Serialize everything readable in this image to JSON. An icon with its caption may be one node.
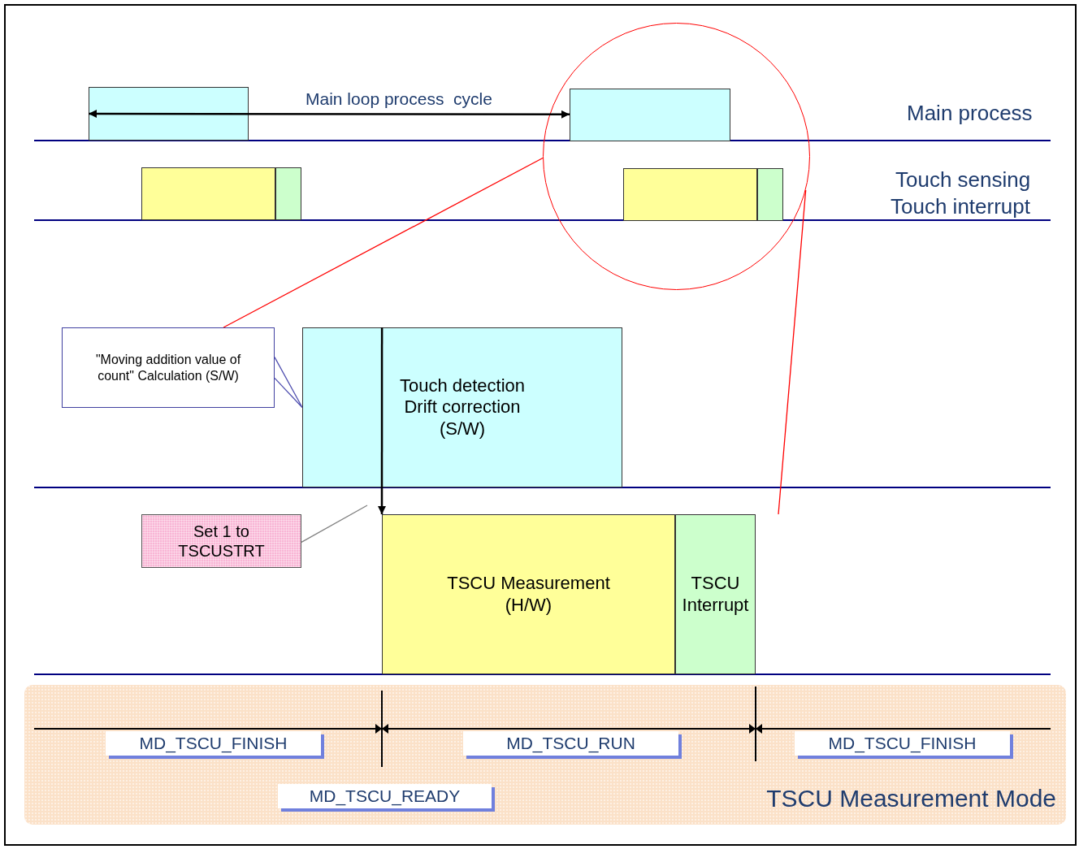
{
  "diagram": {
    "nodes": [
      {
        "text": [],
        "shape": "box"
      },
      {
        "text": [],
        "shape": "circle"
      },
      {
        "text": [],
        "shape": "box",
        "in": 1
      },
      {
        "text": [],
        "shape": "box"
      },
      {
        "text": [],
        "shape": "box"
      },
      {
        "text": [],
        "shape": "box",
        "in": 1
      },
      {
        "text": [],
        "shape": "box",
        "in": 1
      },
      {
        "text": [
          "\"Moving addition value of count\" Calculation (S/W)"
        ]
      },
      {
        "text": [
          "Touch detection Drift correction (S/W)"
        ]
      },
      {
        "text": [
          "Set 1 to TSCUSTRT"
        ]
      },
      {
        "text": [
          "TSCU Measurement (H/W)"
        ]
      },
      {
        "text": [
          "TSCU Interrupt"
        ]
      },
      {
        "text": [
          "TSCU Measurement Mode"
        ]
      },
      {
        "text": [
          "MD_TSCU_FINISH"
        ],
        "in": 12
      },
      {
        "text": [
          "MD_TSCU_RUN"
        ],
        "in": 12
      },
      {
        "text": [
          "MD_TSCU_FINISH"
        ],
        "in": 12
      },
      {
        "text": [
          "MD_TSCU_READY"
        ],
        "in": 12
      }
    ],
    "edges": [
      {
        "from": 0,
        "to": 2,
        "arrow": "both",
        "label": "Main loop process  cycle"
      },
      {
        "from": 1,
        "to": 7,
        "arrow": "none",
        "color": "#ff0000"
      },
      {
        "from": 1,
        "to": null,
        "arrow": "none",
        "color": "#ff0000"
      },
      {
        "from": 7,
        "to": 8,
        "arrow": "none",
        "color": "#5050b0"
      },
      {
        "from": 9,
        "to": null,
        "arrow": "none",
        "color": "#808080"
      },
      {
        "from": 8,
        "to": 10,
        "arrow": "to"
      }
    ],
    "labels": [
      "Main process",
      "Touch sensing",
      "Touch interrupt"
    ]
  }
}
